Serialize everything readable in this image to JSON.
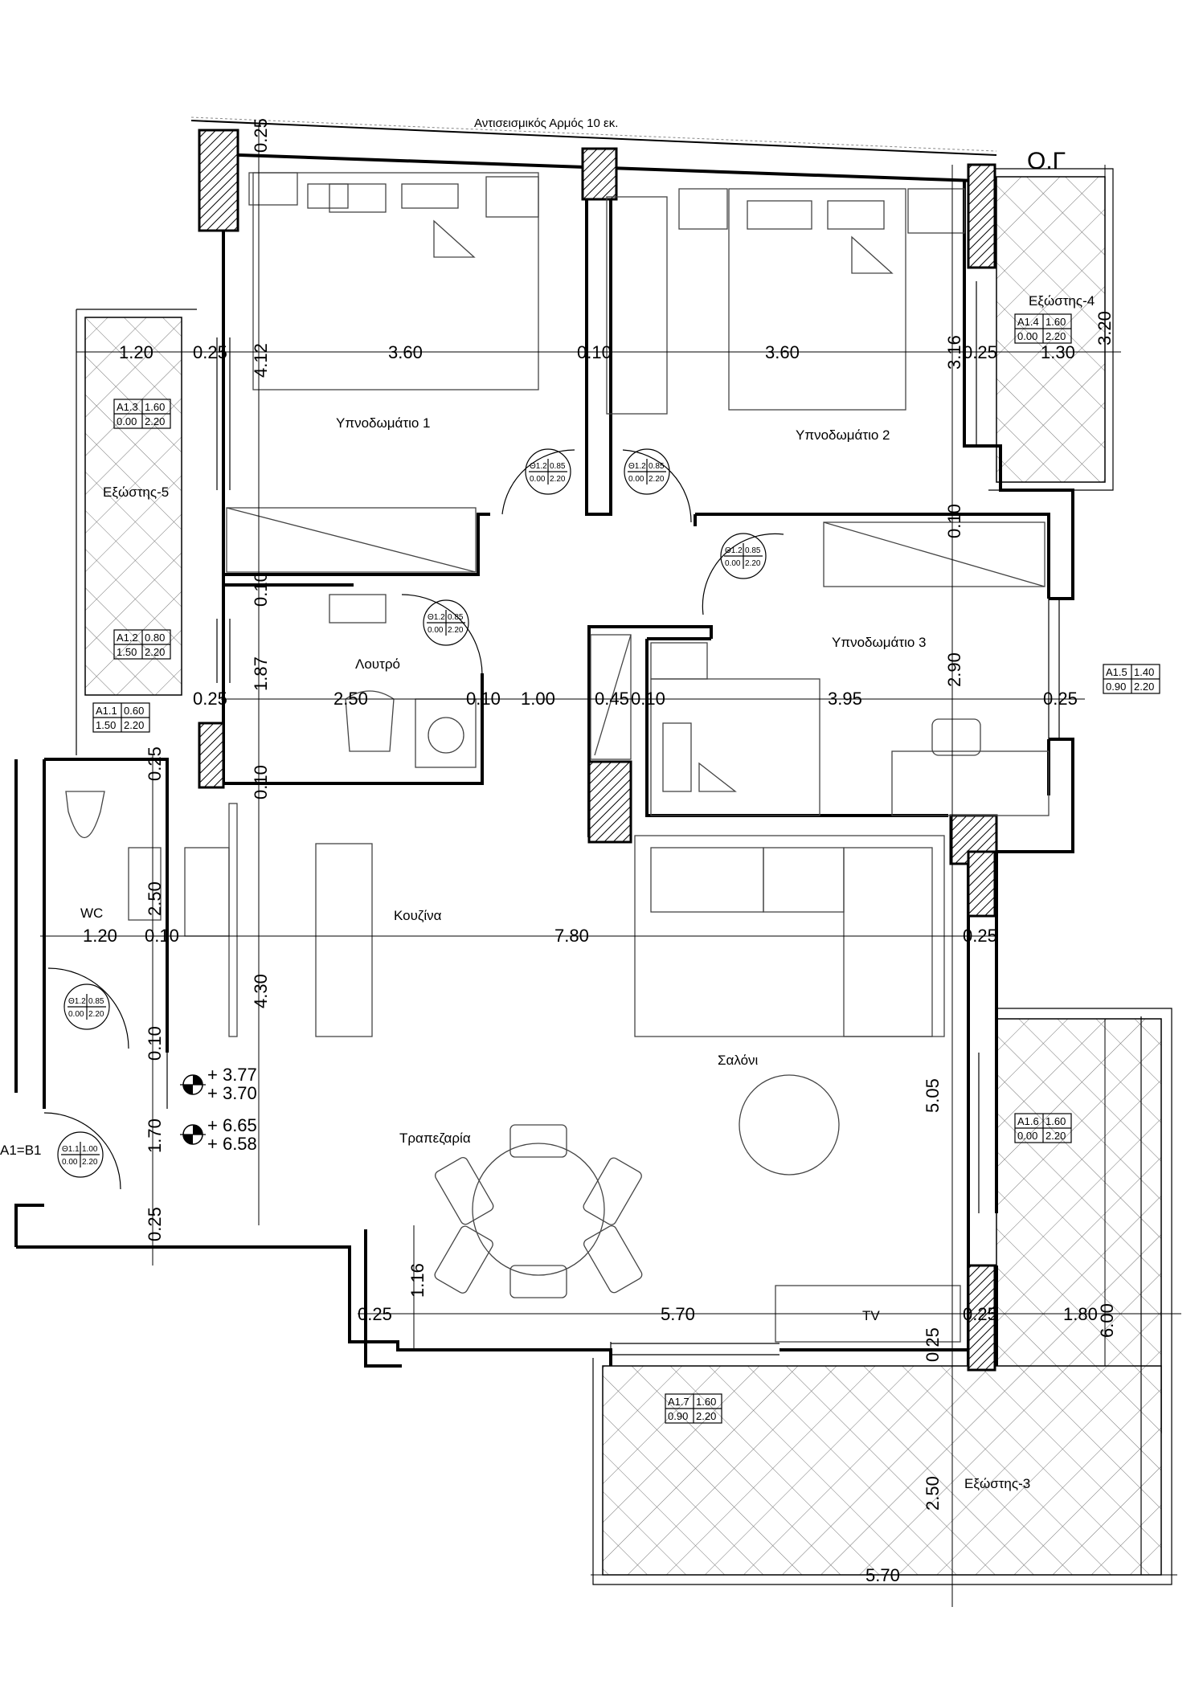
{
  "header": {
    "title": "Αντισεισμικός Αρμός 10 εκ.",
    "corner": "Ο.Γ"
  },
  "rooms": [
    {
      "id": "bedroom1",
      "name": "Υπνοδωμάτιο 1"
    },
    {
      "id": "bedroom2",
      "name": "Υπνοδωμάτιο 2"
    },
    {
      "id": "bedroom3",
      "name": "Υπνοδωμάτιο 3"
    },
    {
      "id": "bath",
      "name": "Λουτρό"
    },
    {
      "id": "wc",
      "name": "WC"
    },
    {
      "id": "kitchen",
      "name": "Κουζίνα"
    },
    {
      "id": "living",
      "name": "Σαλόνι"
    },
    {
      "id": "dining",
      "name": "Τραπεζαρία"
    },
    {
      "id": "tv",
      "name": "TV"
    },
    {
      "id": "balcony4",
      "name": "Εξώστης-4"
    },
    {
      "id": "balcony5",
      "name": "Εξώστης-5"
    },
    {
      "id": "balcony3",
      "name": "Εξώστης-3"
    },
    {
      "id": "entrance",
      "name": "Α1=Β1"
    }
  ],
  "dims": [
    "1.20",
    "0.25",
    "3.60",
    "0.10",
    "3.60",
    "0.25",
    "1.30",
    "3.20",
    "4.12",
    "3.16",
    "0.25",
    "0.10",
    "0.10",
    "1.87",
    "0.25",
    "2.50",
    "0.10",
    "1.00",
    "0.45",
    "0.10",
    "3.95",
    "0.25",
    "2.90",
    "0.25",
    "0.10",
    "2.50",
    "1.20",
    "0.10",
    "7.80",
    "0.25",
    "4.30",
    "0.10",
    "1.70",
    "0.25",
    "5.05",
    "0.25",
    "1.16",
    "5.70",
    "0.25",
    "1.80",
    "6.00",
    "0.25",
    "2.50",
    "5.70"
  ],
  "windows": [
    {
      "code": "Α1.3",
      "w": "1.60",
      "sill": "0.00",
      "h": "2.20"
    },
    {
      "code": "Α1.2",
      "w": "0.80",
      "sill": "1.50",
      "h": "2.20"
    },
    {
      "code": "Α1.1",
      "w": "0.60",
      "sill": "1.50",
      "h": "2.20"
    },
    {
      "code": "Α1.4",
      "w": "1.60",
      "sill": "0.00",
      "h": "2.20"
    },
    {
      "code": "Α1.5",
      "w": "1.40",
      "sill": "0.90",
      "h": "2.20"
    },
    {
      "code": "Α1.6",
      "w": "1.60",
      "sill": "0.00",
      "h": "2.20"
    },
    {
      "code": "Α1.7",
      "w": "1.60",
      "sill": "0.90",
      "h": "2.20"
    }
  ],
  "doors": [
    {
      "code": "Θ1.2",
      "w": "0.85",
      "sill": "0.00",
      "h": "2.20"
    },
    {
      "code": "Θ1.2",
      "w": "0.85",
      "sill": "0.00",
      "h": "2.20"
    },
    {
      "code": "Θ1.2",
      "w": "0.85",
      "sill": "0.00",
      "h": "2.20"
    },
    {
      "code": "Θ1.2",
      "w": "0.85",
      "sill": "0.00",
      "h": "2.20"
    },
    {
      "code": "Θ1.2",
      "w": "0.85",
      "sill": "0.00",
      "h": "2.20"
    },
    {
      "code": "Θ1.1",
      "w": "1.00",
      "sill": "0.00",
      "h": "2.20"
    }
  ],
  "levels": [
    "+ 3.77",
    "+ 3.70",
    "+ 6.65",
    "+ 6.58"
  ]
}
